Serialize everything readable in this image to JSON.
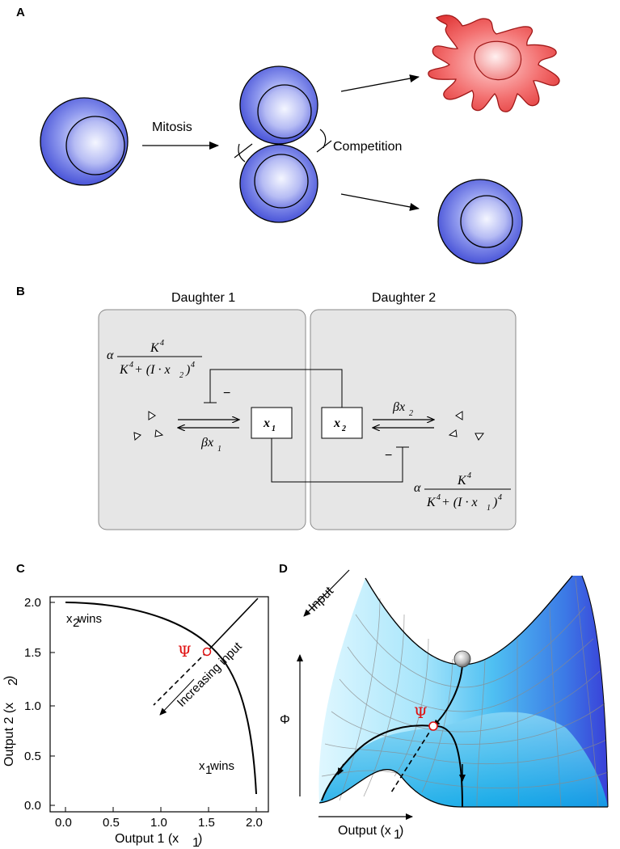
{
  "panels": {
    "a": "A",
    "b": "B",
    "c": "C",
    "d": "D"
  },
  "panel_a": {
    "mitosis_label": "Mitosis",
    "competition_label": "Competition"
  },
  "panel_b": {
    "daughter1_title": "Daughter 1",
    "daughter2_title": "Daughter 2",
    "node_x1_main": "x",
    "node_x1_sub": "1",
    "node_x2_main": "x",
    "node_x2_sub": "2",
    "minus_sign": "−",
    "beta_x1_main": "βx",
    "beta_x1_sub": "1",
    "beta_x2_main": "βx",
    "beta_x2_sub": "2",
    "alpha": "α",
    "hill_numerator": "K",
    "hill_exponent": "4",
    "hill_denominator_1_prefix": "K",
    "hill_denominator_1_mid": "+ (I · x",
    "hill_denominator_1_sub": "2",
    "hill_denominator_1_suffix": ")",
    "hill_denominator_2_sub": "1"
  },
  "panel_c": {
    "xlabel_main": "Output 1 (x",
    "xlabel_sub": "1",
    "xlabel_end": ")",
    "ylabel_main": "Output 2  (x",
    "ylabel_sub": "2",
    "ylabel_end": ")",
    "x_ticks": [
      "0.0",
      "0.5",
      "1.0",
      "1.5",
      "2.0"
    ],
    "y_ticks": [
      "0.0",
      "0.5",
      "1.0",
      "1.5",
      "2.0"
    ],
    "x2_wins_main": "x",
    "x2_wins_sub": "2",
    "x2_wins_end": " wins",
    "x1_wins_main": "x",
    "x1_wins_sub": "1",
    "x1_wins_end": " wins",
    "increasing_input": "Increasing input",
    "psi": "Ψ"
  },
  "panel_d": {
    "input_label": "Input",
    "phi_label": "Φ",
    "output_label_main": "Output (x",
    "output_label_sub": "1",
    "output_label_end": ")",
    "psi": "Ψ"
  },
  "colors": {
    "cell_blue": "#4a55d8",
    "cell_highlight": "#e6ecff",
    "red_cell": "#f06060",
    "psi_red": "#e01010",
    "box_gray": "#e6e6e6",
    "surface_light": "#cff4ff",
    "surface_dark": "#3550e0"
  }
}
